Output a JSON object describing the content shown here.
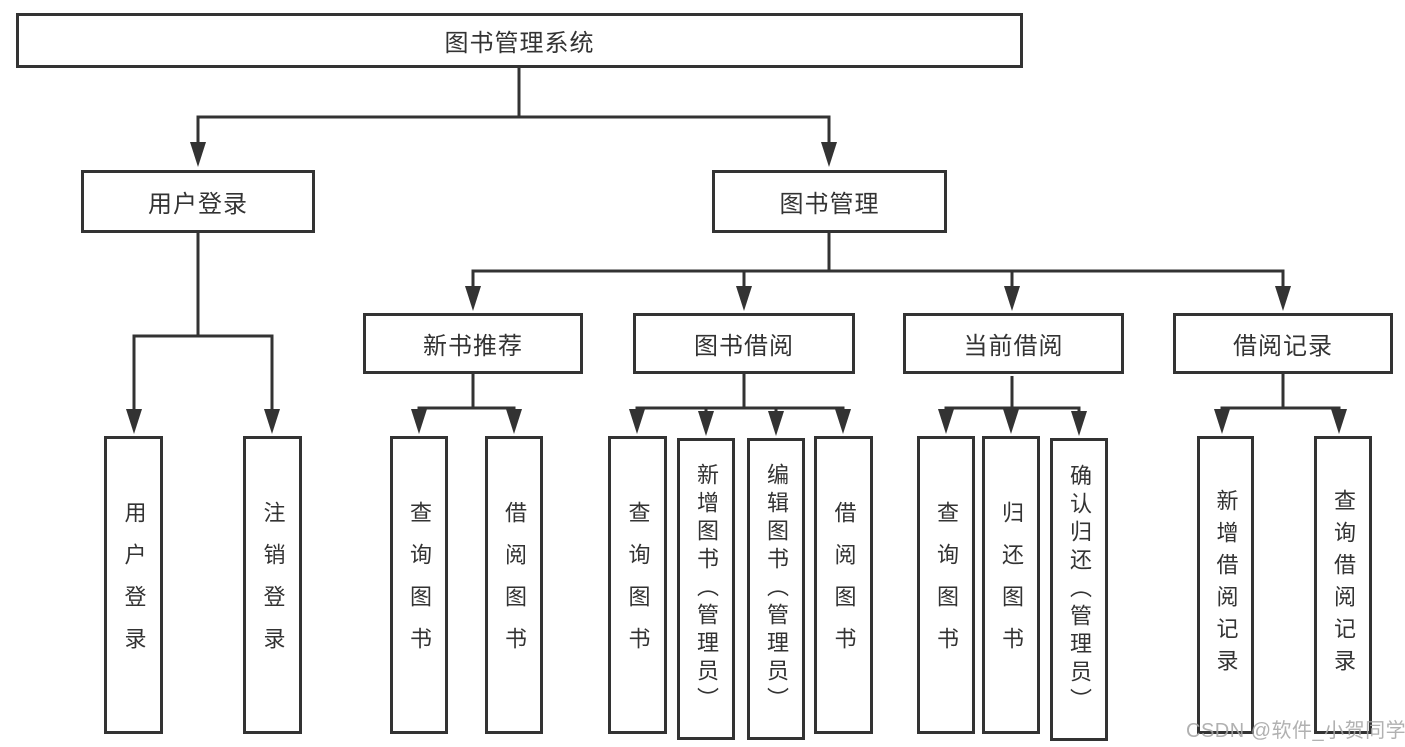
{
  "tree": {
    "root": {
      "label": "图书管理系统"
    },
    "children": [
      {
        "label": "用户登录",
        "children": [
          {
            "label": "用户登录"
          },
          {
            "label": "注销登录"
          }
        ]
      },
      {
        "label": "图书管理",
        "children": [
          {
            "label": "新书推荐",
            "children": [
              {
                "label": "查询图书"
              },
              {
                "label": "借阅图书"
              }
            ]
          },
          {
            "label": "图书借阅",
            "children": [
              {
                "label": "查询图书"
              },
              {
                "label": "新增图书（管理员）"
              },
              {
                "label": "编辑图书（管理员）"
              },
              {
                "label": "借阅图书"
              }
            ]
          },
          {
            "label": "当前借阅",
            "children": [
              {
                "label": "查询图书"
              },
              {
                "label": "归还图书"
              },
              {
                "label": "确认归还（管理员）"
              }
            ]
          },
          {
            "label": "借阅记录",
            "children": [
              {
                "label": "新增借阅记录"
              },
              {
                "label": "查询借阅记录"
              }
            ]
          }
        ]
      }
    ]
  },
  "watermark": {
    "text": "CSDN @软件_小贺同学"
  },
  "colors": {
    "line": "#333333",
    "background": "#ffffff",
    "watermark": "#a7a7a7"
  }
}
